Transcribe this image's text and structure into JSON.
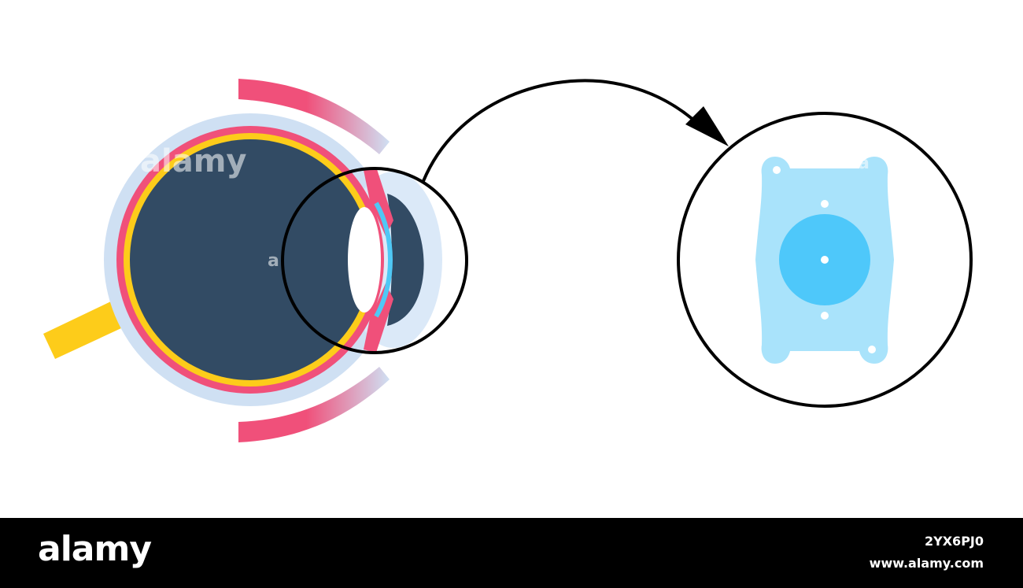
{
  "watermark": {
    "brand": "alamy",
    "image_id": "2YX6PJ0",
    "site": "www.alamy.com",
    "overlay_marks": [
      "alamy",
      "a",
      "a"
    ]
  },
  "colors": {
    "eyeball_interior": "#324b64",
    "sclera_outer": "#cfe0f3",
    "choroid_pink": "#f0507a",
    "retina_yellow": "#fdcc1a",
    "optic_nerve": "#fdcc1a",
    "cornea": "#dbe9f8",
    "lens_white": "#ffffff",
    "iris_blue": "#4fc8f5",
    "implant_body": "#a9e3fb",
    "implant_optic": "#4ec8fa",
    "outline": "#000000",
    "footer_background": "#000000"
  },
  "icons": {
    "arrow": "curved-arrow-icon",
    "magnifier": "zoom-circle-icon"
  }
}
